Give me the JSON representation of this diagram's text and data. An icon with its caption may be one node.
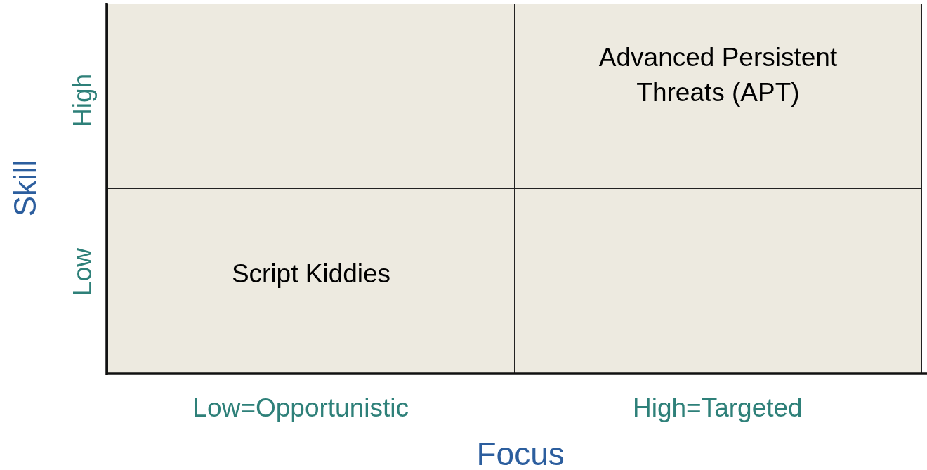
{
  "diagram": {
    "nodes": [
      {
        "text": [],
        "shape": "box"
      },
      {
        "text": [
          "Advanced Persistent Threats (APT)"
        ]
      },
      {
        "text": [
          "Script Kiddies"
        ]
      },
      {
        "text": [],
        "shape": "box"
      }
    ],
    "labels": [
      "High",
      "Low",
      "Skill",
      "Low=Opportunistic",
      "High=Targeted",
      "Focus"
    ]
  }
}
